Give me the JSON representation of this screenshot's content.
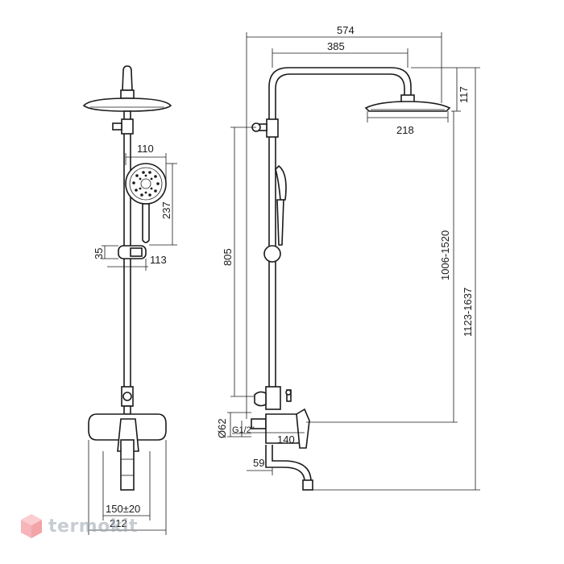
{
  "dimensions": {
    "overall_width": "574",
    "arm_length": "385",
    "head_diameter": "218",
    "head_height": "117",
    "handshower_head": "110",
    "handshower_length": "237",
    "slider_height": "35",
    "slider_width": "113",
    "total_height": "1123-1637",
    "adjust_height": "1006-1520",
    "mixer_to_holder": "805",
    "outlet_diameter": "Ø62",
    "thread": "G1/2\"",
    "mixer_depth": "140",
    "spout_offset": "59",
    "centres": "150±20",
    "mixer_width": "212"
  },
  "logo": {
    "text": "termokit",
    "color": "#f07a80"
  }
}
